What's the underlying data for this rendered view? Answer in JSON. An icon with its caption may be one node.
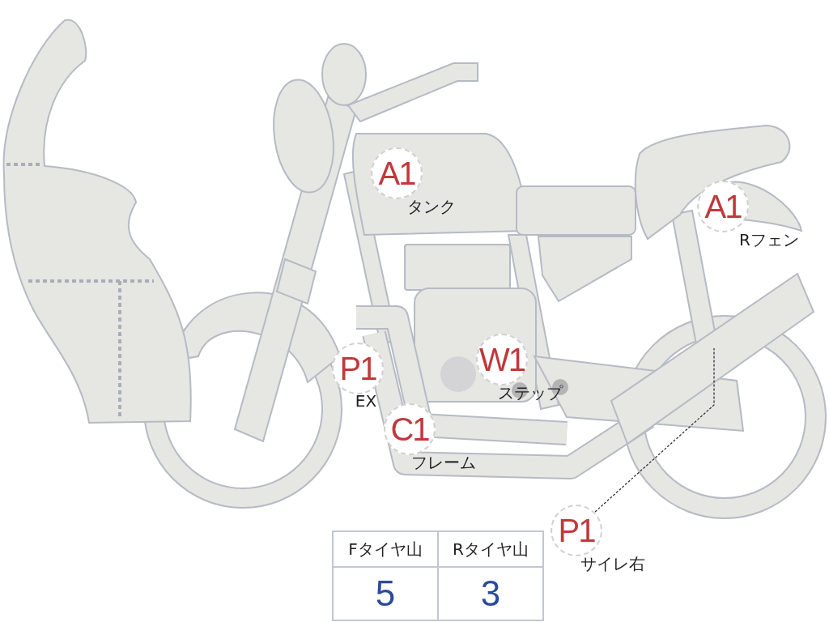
{
  "diagram": {
    "nodes": [
      {
        "text": [
          "A1"
        ],
        "beside": [
          "タンク"
        ]
      },
      {
        "text": [
          "A1"
        ],
        "beside": [
          "Rフェン"
        ]
      },
      {
        "text": [
          "P1"
        ],
        "beside": [
          "EX"
        ]
      },
      {
        "text": [
          "W1"
        ],
        "beside": [
          "ステップ"
        ]
      },
      {
        "text": [
          "C1"
        ],
        "beside": [
          "フレーム"
        ]
      },
      {
        "text": [
          "P1"
        ],
        "beside": [
          "サイレ右"
        ]
      },
      {
        "text": [],
        "shape": "picture"
      }
    ],
    "edges": [
      {
        "from": 5,
        "to": 6,
        "arrow": "none",
        "style": "dashed"
      }
    ],
    "labels": [
      "Fタイヤ山",
      "Rタイヤ山",
      "5",
      "3"
    ]
  }
}
